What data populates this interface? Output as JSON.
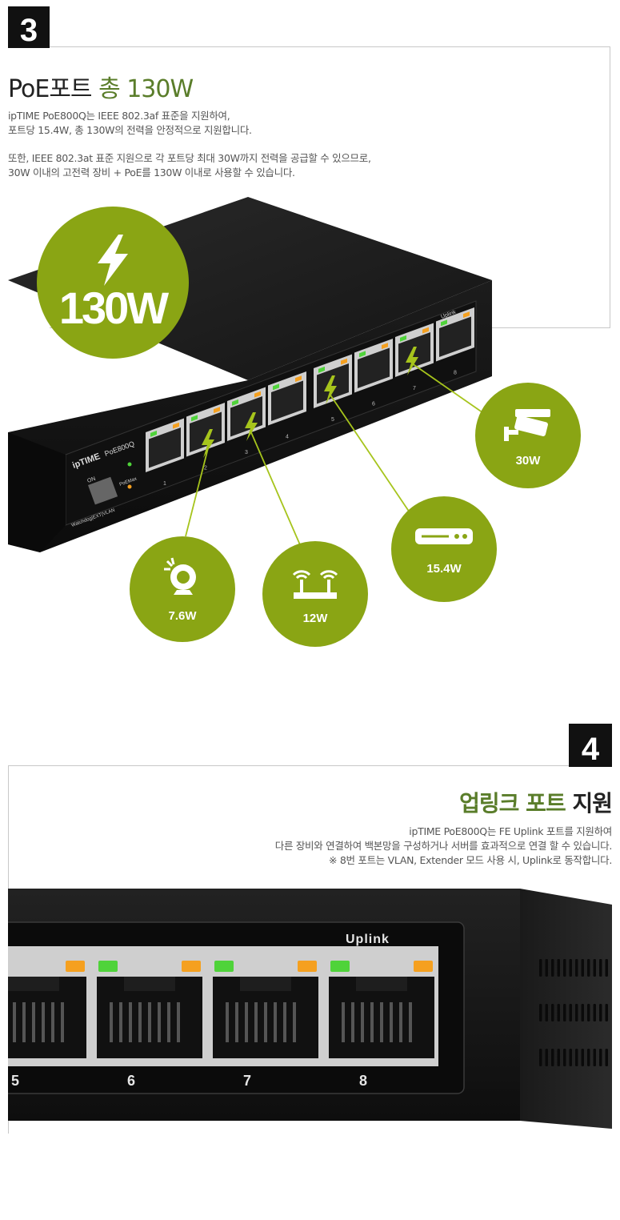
{
  "section3": {
    "number": "3",
    "title_prefix": "PoE포트",
    "title_highlight": "총 130W",
    "desc_lines": [
      "ipTIME PoE800Q는 IEEE 802.3af 표준을 지원하여,",
      "포트당 15.4W, 총 130W의 전력을 안정적으로 지원합니다.",
      "또한, IEEE 802.3at 표준 지원으로 각 포트당 최대 30W까지 전력을 공급할 수 있으므로,",
      "30W 이내의 고전력 장비 + PoE를 130W 이내로 사용할 수 있습니다."
    ],
    "total_badge": "130W",
    "devices": [
      {
        "icon": "webcam-icon",
        "watts": "7.6W"
      },
      {
        "icon": "wifi-router-icon",
        "watts": "12W"
      },
      {
        "icon": "nas-device-icon",
        "watts": "15.4W"
      },
      {
        "icon": "cctv-camera-icon",
        "watts": "30W"
      }
    ],
    "switch": {
      "brand": "ipTIME",
      "model": "PoE800Q",
      "uplink_label": "Uplink",
      "poe_max_label": "PoEMax",
      "dip_label": "ON",
      "dip_footer": "Watchdog|EXT|VLAN",
      "port_numbers": [
        "1",
        "2",
        "3",
        "4",
        "5",
        "6",
        "7",
        "8"
      ]
    }
  },
  "section4": {
    "number": "4",
    "title_highlight": "업링크 포트",
    "title_suffix": "지원",
    "desc_lines": [
      "ipTIME PoE800Q는 FE Uplink 포트를 지원하여",
      "다른 장비와 연결하여 백본망을 구성하거나 서버를 효과적으로 연결 할 수 있습니다.",
      "※ 8번 포트는 VLAN, Extender 모드 사용 시, Uplink로 동작합니다."
    ],
    "uplink_label": "Uplink",
    "port_numbers": [
      "5",
      "6",
      "7",
      "8"
    ]
  },
  "colors": {
    "accent_green": "#8aa514",
    "title_green": "#5a7d2a",
    "led_green": "#4fd33a",
    "led_orange": "#f5a01f",
    "switch_body": "#1a1a1a"
  }
}
